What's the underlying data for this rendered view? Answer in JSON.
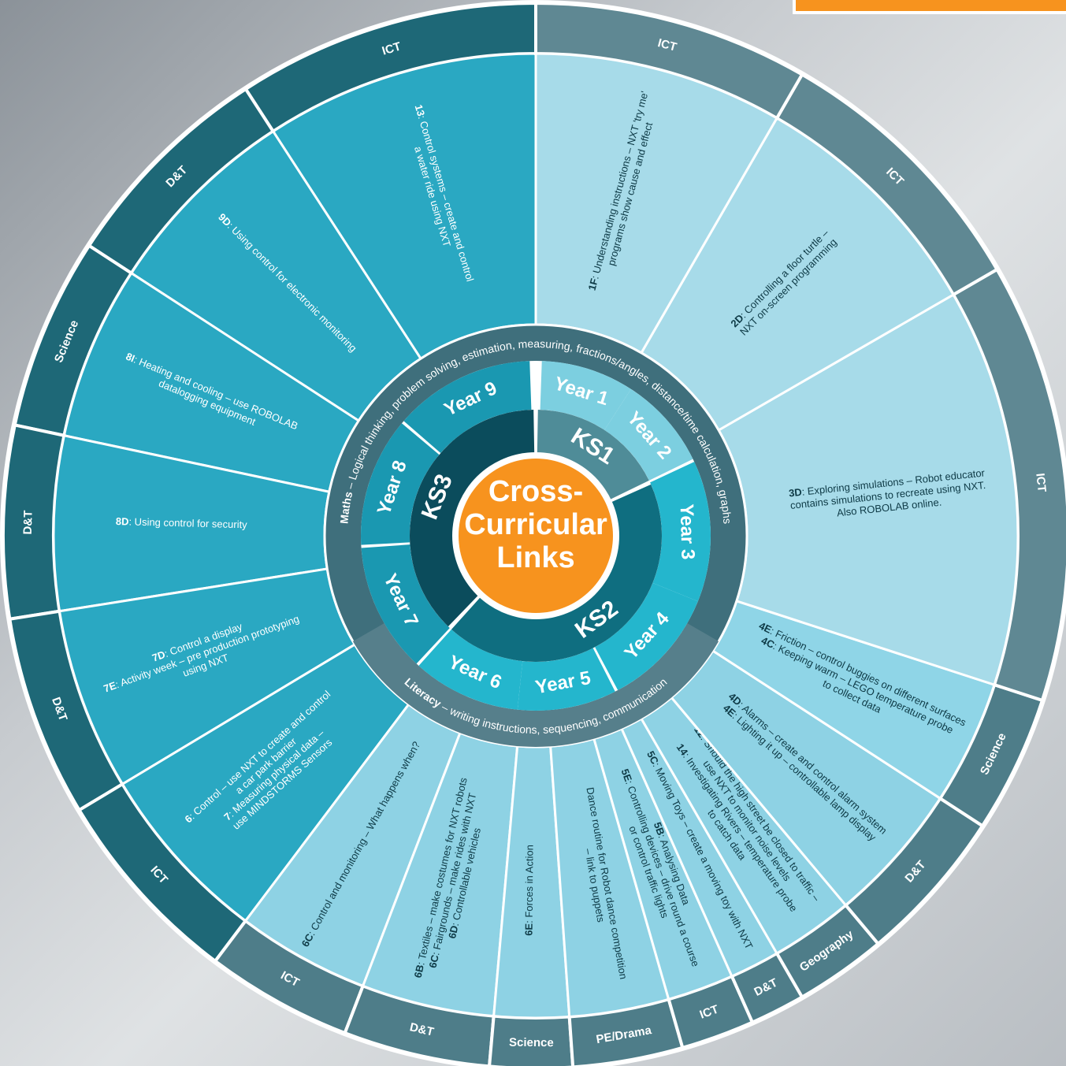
{
  "centre": {
    "title_lines": [
      "Cross-",
      "Curricular",
      "Links"
    ]
  },
  "key_stages": [
    "KS1",
    "KS2",
    "KS3"
  ],
  "years": [
    "Year 1",
    "Year 2",
    "Year 3",
    "Year 4",
    "Year 5",
    "Year 6",
    "Year 7",
    "Year 8",
    "Year 9"
  ],
  "ring_texts": {
    "maths": {
      "bold": "Maths",
      "rest": " – Logical thinking, problem solving, estimation, measuring, fractions/angles, distance/time calculation, graphs"
    },
    "literacy": {
      "bold": "Literacy",
      "rest": " – writing instructions, sequencing, communication"
    }
  },
  "colors": {
    "orange": "#f7931e",
    "ks_dark": "#0e5a6a",
    "ks1": "#5e9aa6",
    "year_tab": "#2ab7cc",
    "ks3_sector": "#2aa8c2",
    "ks1_sector": "#a7dcea",
    "ks2_sector": "#8ed3e6",
    "rim": "#5a7f8a"
  },
  "segments": [
    {
      "id": "ict-13",
      "subject": "ICT",
      "lines": [
        {
          "b": "13",
          "t": ": Control systems – create and control"
        },
        {
          "b": "",
          "t": "a water ride using NXT"
        }
      ]
    },
    {
      "id": "dt-9d",
      "subject": "D&T",
      "lines": [
        {
          "b": "9D",
          "t": ": Using control for electronic monitoring"
        }
      ]
    },
    {
      "id": "sci-8i",
      "subject": "Science",
      "lines": [
        {
          "b": "8I",
          "t": ": Heating and cooling – use ROBOLAB"
        },
        {
          "b": "",
          "t": "datalogging equipment"
        }
      ]
    },
    {
      "id": "dt-8d",
      "subject": "D&T",
      "lines": [
        {
          "b": "8D",
          "t": ": Using control for security"
        }
      ]
    },
    {
      "id": "dt-7d",
      "subject": "D&T",
      "lines": [
        {
          "b": "7D",
          "t": ": Control a display"
        },
        {
          "b": "7E",
          "t": ": Activity week – pre production prototyping"
        },
        {
          "b": "",
          "t": "using NXT"
        }
      ]
    },
    {
      "id": "ict-6",
      "subject": "ICT",
      "lines": [
        {
          "b": "6",
          "t": ": Control – use NXT to create and control"
        },
        {
          "b": "",
          "t": "a car park barrier"
        },
        {
          "b": "7",
          "t": ": Measuring physical data –"
        },
        {
          "b": "",
          "t": "use MINDSTORMS Sensors"
        }
      ]
    },
    {
      "id": "ict-6c",
      "subject": "ICT",
      "lines": [
        {
          "b": "6C",
          "t": ": Control and monitoring – What happens when?"
        }
      ]
    },
    {
      "id": "dt-6b",
      "subject": "D&T",
      "lines": [
        {
          "b": "6B",
          "t": ": Textiles – make costumes for NXT robots"
        },
        {
          "b": "6C",
          "t": ": Fairgrounds – make rides with NXT"
        },
        {
          "b": "6D",
          "t": ": Controllable vehicles"
        }
      ]
    },
    {
      "id": "sci-6e",
      "subject": "Science",
      "lines": [
        {
          "b": "6E",
          "t": ": Forces in Action"
        }
      ]
    },
    {
      "id": "pe-dance",
      "subject": "PE/Drama",
      "lines": [
        {
          "b": "",
          "t": "Dance routine for Robot dance competition"
        },
        {
          "b": "",
          "t": "– link to puppets"
        }
      ]
    },
    {
      "id": "ict-5b",
      "subject": "ICT",
      "lines": [
        {
          "b": "5B",
          "t": ": Analysing Data"
        },
        {
          "b": "5E",
          "t": ": Controlling devices – drive round a course"
        },
        {
          "b": "",
          "t": "or control traffic lights"
        }
      ]
    },
    {
      "id": "dt-5c",
      "subject": "D&T",
      "lines": [
        {
          "b": "5C",
          "t": ": Moving Toys – create a moving toy with NXT"
        }
      ]
    },
    {
      "id": "geo-12",
      "subject": "Geography",
      "lines": [
        {
          "b": "12",
          "t": ": Should the high street be closed to traffic –"
        },
        {
          "b": "",
          "t": "use NXT to monitor noise levels"
        },
        {
          "b": "14",
          "t": ": Investigating Rivers – temperature probe"
        },
        {
          "b": "",
          "t": "to catch data"
        }
      ]
    },
    {
      "id": "dt-4d",
      "subject": "D&T",
      "lines": [
        {
          "b": "4D",
          "t": ": Alarms – create and control alarm system"
        },
        {
          "b": "4E",
          "t": ": Lighting it up – controllable lamp display"
        }
      ]
    },
    {
      "id": "sci-4e",
      "subject": "Science",
      "lines": [
        {
          "b": "4E",
          "t": ": Friction – control buggies on different surfaces"
        },
        {
          "b": "4C",
          "t": ": Keeping warm – LEGO temperature probe"
        },
        {
          "b": "",
          "t": "to collect data"
        }
      ]
    },
    {
      "id": "ict-3d",
      "subject": "ICT",
      "lines": [
        {
          "b": "3D",
          "t": ": Exploring simulations – Robot educator"
        },
        {
          "b": "",
          "t": "contains simulations to recreate using NXT."
        },
        {
          "b": "",
          "t": "Also ROBOLAB online."
        }
      ]
    },
    {
      "id": "ict-2d",
      "subject": "ICT",
      "lines": [
        {
          "b": "2D",
          "t": ": Controlling a floor turtle –"
        },
        {
          "b": "",
          "t": "NXT on-screen programming"
        }
      ]
    },
    {
      "id": "ict-1f",
      "subject": "ICT",
      "lines": [
        {
          "b": "1F",
          "t": ": Understanding instructions – NXT 'try me'"
        },
        {
          "b": "",
          "t": "programs show cause and effect"
        }
      ]
    }
  ]
}
